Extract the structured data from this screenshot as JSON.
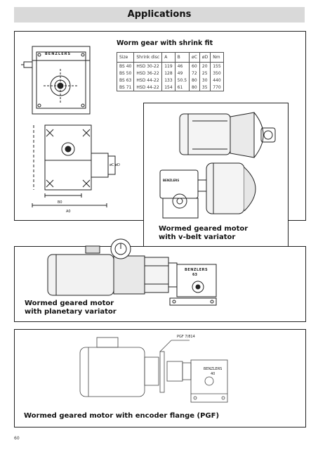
{
  "header": {
    "title": "Applications"
  },
  "worm_gear": {
    "title": "Worm gear with shrink fit",
    "brand": "BENZLERS",
    "dim_b0": "B0",
    "dim_a0": "A0",
    "dim_c": "øC",
    "dim_d": "øD",
    "table": {
      "headers": [
        "Size",
        "Shrink disc",
        "A",
        "B",
        "øC",
        "øD",
        "Nm"
      ],
      "rows": [
        [
          "BS 40",
          "HSD 30-22",
          "119",
          "46",
          "60",
          "20",
          "155"
        ],
        [
          "BS 50",
          "HSD 36-22",
          "128",
          "49",
          "72",
          "25",
          "350"
        ],
        [
          "BS 63",
          "HSD 44-22",
          "133",
          "50.5",
          "80",
          "30",
          "440"
        ],
        [
          "BS 71",
          "HSD 44-22",
          "154",
          "61",
          "80",
          "35",
          "770"
        ]
      ]
    }
  },
  "vbelt": {
    "caption": "Wormed geared motor with v-belt variator",
    "brand": "BENZLERS"
  },
  "planetary": {
    "caption": "Wormed geared motor with planetary variator",
    "brand": "BENZLERS",
    "model": "63"
  },
  "encoder": {
    "caption": "Wormed geared motor with encoder flange (PGF)",
    "label": "PGF 7/814",
    "brand": "BENZLERS",
    "model": "40"
  },
  "page_number": "60"
}
